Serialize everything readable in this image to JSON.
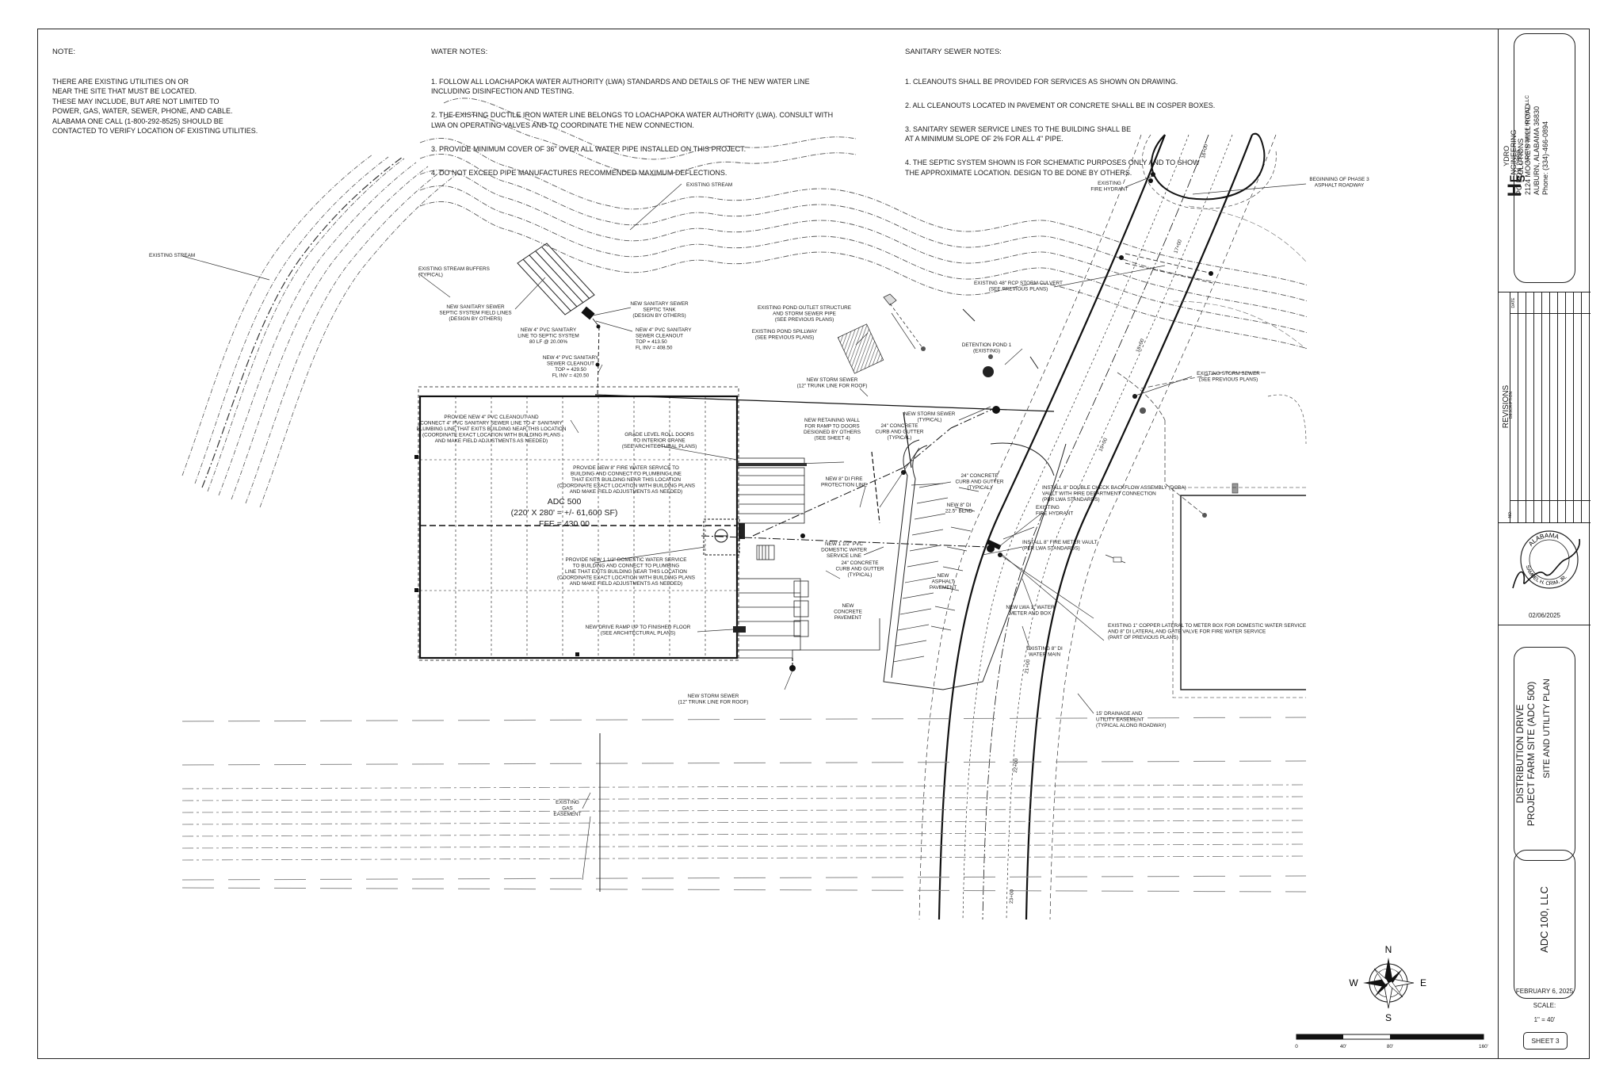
{
  "notes": {
    "general": {
      "title": "NOTE:",
      "text": "THERE ARE EXISTING UTILITIES ON OR\nNEAR THE SITE THAT MUST BE LOCATED.\nTHESE MAY INCLUDE, BUT ARE NOT LIMITED TO\nPOWER, GAS, WATER, SEWER, PHONE, AND CABLE.\nALABAMA ONE CALL (1-800-292-8525) SHOULD BE\nCONTACTED TO VERIFY LOCATION OF EXISTING UTILITIES."
    },
    "water": {
      "title": "WATER NOTES:",
      "items": [
        "1.  FOLLOW ALL LOACHAPOKA WATER AUTHORITY (LWA) STANDARDS AND DETAILS OF THE NEW WATER LINE\n     INCLUDING DISINFECTION AND TESTING.",
        "2.  THE EXISTING DUCTILE IRON WATER LINE BELONGS TO LOACHAPOKA WATER AUTHORITY (LWA). CONSULT WITH\n     LWA ON OPERATING VALVES AND TO COORDINATE THE NEW CONNECTION.",
        "3.  PROVIDE MINIMUM COVER OF 36\" OVER ALL WATER PIPE INSTALLED ON THIS PROJECT.",
        "4.  DO NOT EXCEED PIPE MANUFACTURES RECOMMENDED MAXIMUM DEFLECTIONS."
      ]
    },
    "sanitary": {
      "title": "SANITARY SEWER NOTES:",
      "items": [
        "1.  CLEANOUTS SHALL BE PROVIDED FOR SERVICES AS SHOWN ON DRAWING.",
        "2.  ALL CLEANOUTS LOCATED IN PAVEMENT OR CONCRETE SHALL BE IN COSPER BOXES.",
        "3.  SANITARY SEWER SERVICE LINES TO THE BUILDING SHALL BE\n     AT A MINIMUM SLOPE OF 2% FOR ALL 4\" PIPE.",
        "4.  THE SEPTIC SYSTEM SHOWN IS FOR SCHEMATIC PURPOSES ONLY AND TO SHOW\n     THE APPROXIMATE LOCATION.  DESIGN TO BE DONE BY OTHERS."
      ]
    }
  },
  "plan_labels": {
    "existing_stream_1": "EXISTING STREAM",
    "existing_stream_2": "EXISTING STREAM",
    "stream_buffers": "EXISTING STREAM BUFFERS\n(TYPICAL)",
    "septic_field": "NEW SANITARY SEWER\nSEPTIC SYSTEM FIELD LINES\n(DESIGN BY OTHERS)",
    "septic_tank": "NEW SANITARY SEWER\nSEPTIC TANK\n(DESIGN BY OTHERS)",
    "pvc_line": "NEW 4\" PVC SANITARY\nLINE TO SEPTIC SYSTEM\n80 LF @ 20.00%",
    "cleanout_1": "NEW 4\" PVC SANITARY\nSEWER CLEANOUT\nTOP = 413.50\nFL INV = 408.50",
    "cleanout_2": "NEW 4\" PVC SANITARY\nSEWER CLEANOUT\nTOP = 429.50\nFL INV = 420.50",
    "pond_outlet": "EXISTING POND OUTLET STRUCTURE\nAND STORM SEWER PIPE\n(SEE PREVIOUS PLANS)",
    "pond_spillway": "EXISTING POND SPILLWAY\n(SEE PREVIOUS PLANS)",
    "detention_pond": "DETENTION POND 1\n(EXISTING)",
    "fire_hydrant_top": "EXISTING\nFIRE HYDRANT",
    "phase3": "BEGINNING OF PHASE 3\nASPHALT ROADWAY",
    "culvert": "EXISTING 48\" RCP STORM CULVERT\n(SEE PREVIOUS PLANS)",
    "storm_sewer_exist": "EXISTING STORM SEWER\n(SEE PREVIOUS PLANS)",
    "new_storm_top": "NEW STORM SEWER\n(12\" TRUNK LINE FOR ROOF)",
    "new_storm_typ": "NEW STORM SEWER\n(TYPICAL)",
    "retaining_wall": "NEW RETAINING WALL\nFOR RAMP TO DOORS\nDESIGNED BY OTHERS\n(SEE SHEET 4)",
    "curb_1": "24\" CONCRETE\nCURB AND GUTTER\n(TYPICAL)",
    "curb_2": "24\" CONCRETE\nCURB AND GUTTER\n(TYPICAL)",
    "curb_3": "24\" CONCRETE\nCURB AND GUTTER\n(TYPICAL)",
    "cleanout_provide": "PROVIDE NEW 4\" PVC CLEANOUT AND\nCONNECT 4\" PVC SANITARY SEWER LINE TO 4\" SANITARY\nPLUMBING LINE THAT EXITS BUILDING NEAR THIS LOCATION\n(COORDINATE EXACT LOCATION WITH BUILDING PLANS\nAND MAKE FIELD ADJUSTMENTS AS NEEDED)",
    "roll_doors": "GRADE LEVEL ROLL DOORS\nTO INTERIOR CRANE\n(SEE ARCHITECTURAL PLANS)",
    "fire_service": "PROVIDE NEW 8\" FIRE WATER SERVICE TO\nBUILDING AND CONNECT TO  PLUMBING LINE\nTHAT EXITS BUILDING NEAR THIS LOCATION\n(COORDINATE EXACT LOCATION WITH BUILDING PLANS\nAND MAKE FIELD ADJUSTMENTS AS NEEDED)",
    "fire_protection": "NEW 8\" DI FIRE\nPROTECTION LINE",
    "bend": "NEW 8\" DI\n22.5° BEND",
    "dcba": "INSTALL 8\" DOUBLE CHECK BACKFLOW ASSEMBLY (DCBA)\nVAULT WITH FIRE DEPARTMENT CONNECTION\n(PER LWA STANDARDS)",
    "fire_hydrant_mid": "EXISTING\nFIRE HYDRANT",
    "meter_vault": "INSTALL 8\" FIRE METER VAULT\n(PER LWA STANDARDS)",
    "building_name": "ADC 500",
    "building_size": "(220' X 280' = +/- 61,600 SF)",
    "building_ffe": "FFE = 430.00",
    "domestic_service": "NEW 1 1/2\" PVC\nDOMESTIC WATER\nSERVICE LINE",
    "domestic_provide": "PROVIDE NEW 1 1/2\" DOMESTIC WATER SERVICE\nTO BUILDING AND CONNECT TO  PLUMBING\nLINE THAT EXITS BUILDING NEAR THIS LOCATION\n(COORDINATE EXACT LOCATION WITH BUILDING PLANS\nAND MAKE FIELD ADJUSTMENTS AS NEEDED)",
    "asphalt": "NEW\nASPHALT\nPAVEMENT",
    "concrete": "NEW\nCONCRETE\nPAVEMENT",
    "water_meter": "NEW LWA 1\" WATER\nMETER AND BOX",
    "copper_lateral": "EXISTING  1\" COPPER LATERAL TO METER BOX FOR DOMESTIC WATER SERVICE\nAND 8\" DI LATERAL AND GATE VALVE FOR FIRE WATER SERVICE\n(PART OF PREVIOUS PLANS)",
    "drive_ramp": "NEW DRIVE RAMP UP TO FINISHED FLOOR\n(SEE ARCHITECTURAL PLANS)",
    "di_main": "EXISTING 8\" DI\nWATER MAIN",
    "new_storm_bottom": "NEW STORM SEWER\n(12\" TRUNK LINE FOR ROOF)",
    "drainage_easement": "15' DRAINAGE AND\nUTILITY EASEMENT\n(TYPICAL ALONG ROADWAY)",
    "gas_easement": "EXISTING\nGAS\nEASEMENT",
    "sta_16": "16+00",
    "sta_17": "17+00",
    "sta_18": "18+00",
    "sta_19": "19+00",
    "sta_21": "21+00",
    "sta_22": "22+00",
    "sta_23": "23+00"
  },
  "compass": {
    "n": "N",
    "s": "S",
    "e": "E",
    "w": "W"
  },
  "scale_bar": {
    "t0": "0",
    "t1": "40'",
    "t2": "80'",
    "t3": "160'"
  },
  "title_block": {
    "firm_name_line1": "YDRO",
    "firm_name_line2": "NGINEERING",
    "firm_name_line3": "OLUTIONS",
    "firm_initial_h": "H",
    "firm_initial_e": "E",
    "firm_initial_s": "S",
    "firm_tagline": "A DIVISION OF HYDRO, LLC",
    "address_1": "PO BOX 2889",
    "address_2": "2124 MOORE'S MILL ROAD",
    "address_3": "AUBURN, ALABAMA 36830",
    "phone": "Phone: (334)-466-0894",
    "revisions_title": "REVISIONS",
    "rev_no": "NO.",
    "rev_desc": "DESCRIPTION",
    "rev_date": "DATE",
    "seal_date": "02/06/2025",
    "seal_state": "ALABAMA",
    "seal_name": "SAMUEL H. CRIM, JR.",
    "project_line1": "DISTRIBUTION DRIVE",
    "project_line2": "PROJECT FARM SITE (ADC 500)",
    "sheet_title": "SITE AND UTILITY PLAN",
    "client": "ADC 100, LLC",
    "date": "FEBRUARY 6, 2025",
    "scale_label": "SCALE:",
    "scale_value": "1\" = 40'",
    "sheet_number": "SHEET 3"
  }
}
